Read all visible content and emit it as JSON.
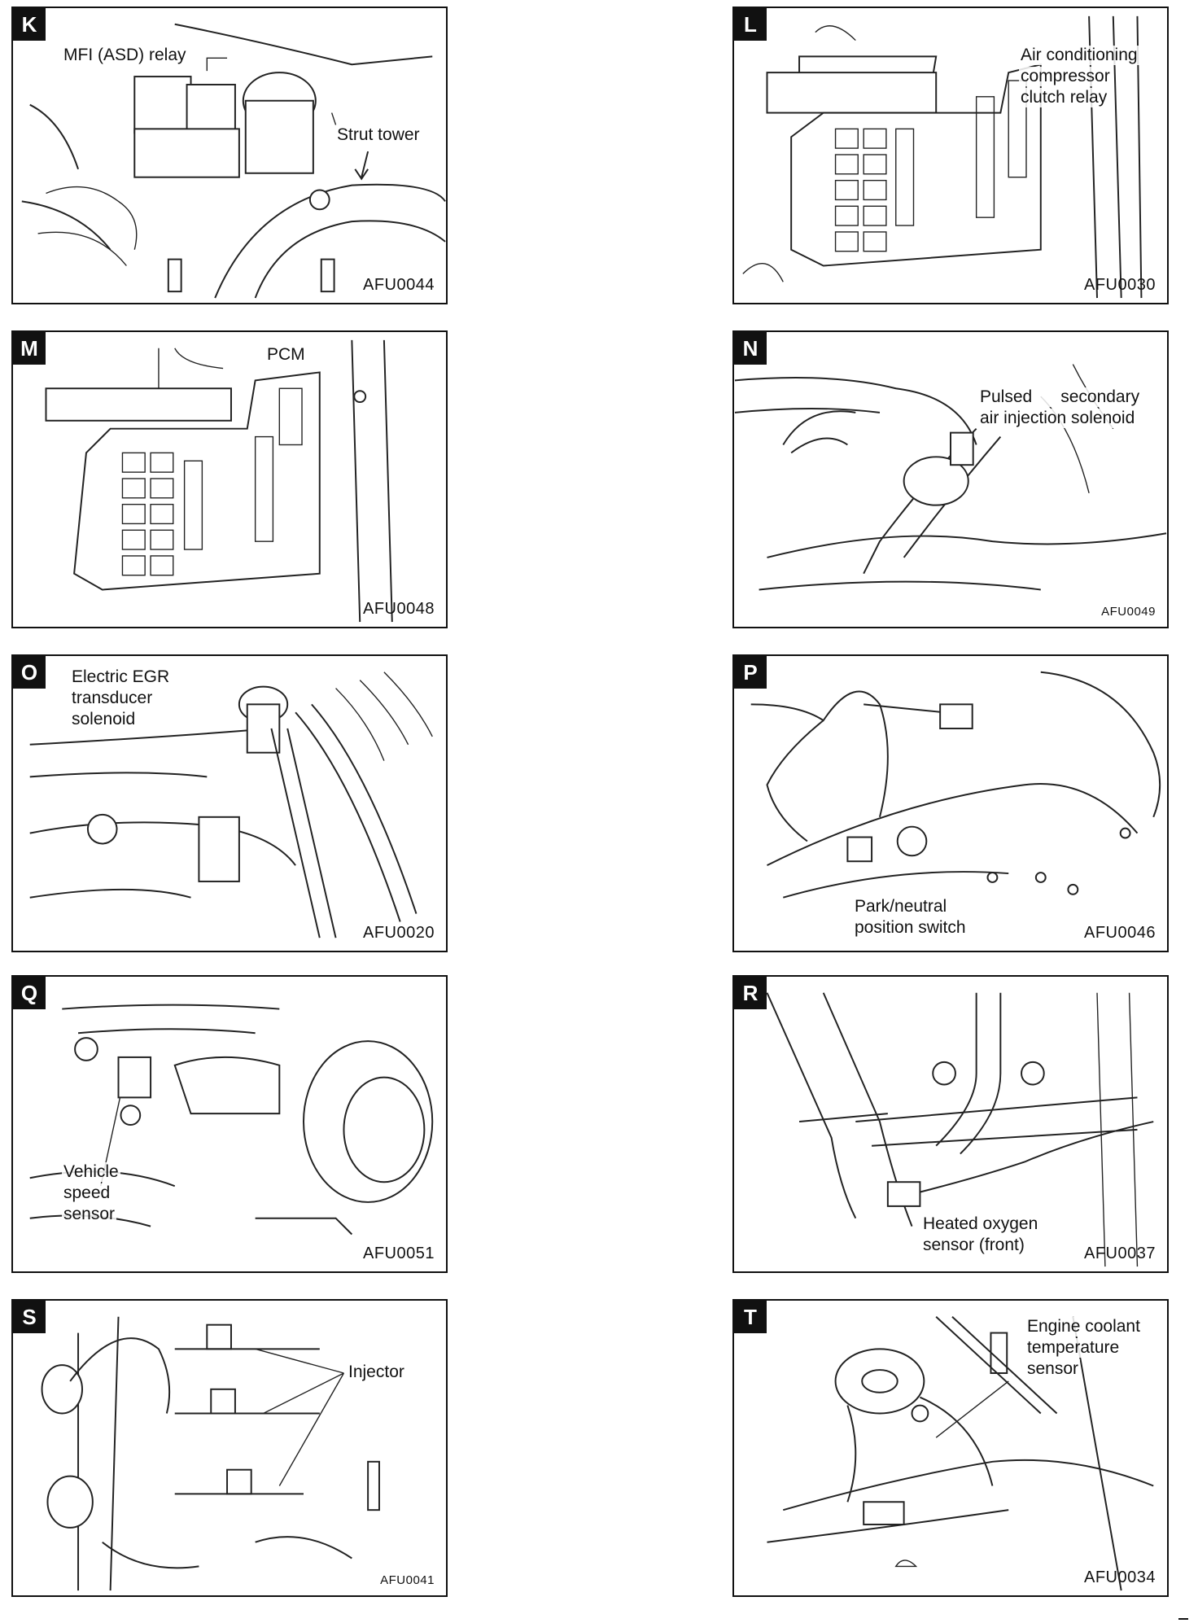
{
  "panels": {
    "K": {
      "letter": "K",
      "labels": [
        "MFI (ASD) relay",
        "Strut tower"
      ],
      "code": "AFU0044"
    },
    "L": {
      "letter": "L",
      "labels": [
        "Air conditioning",
        "compressor",
        "clutch relay"
      ],
      "code": "AFU0030"
    },
    "M": {
      "letter": "M",
      "labels": [
        "PCM"
      ],
      "code": "AFU0048"
    },
    "N": {
      "letter": "N",
      "labels": [
        "Pulsed      secondary",
        "air injection solenoid"
      ],
      "code": "AFU0049"
    },
    "O": {
      "letter": "O",
      "labels": [
        "Electric EGR",
        "transducer",
        "solenoid"
      ],
      "code": "AFU0020"
    },
    "P": {
      "letter": "P",
      "labels": [
        "Park/neutral",
        "position switch"
      ],
      "code": "AFU0046"
    },
    "Q": {
      "letter": "Q",
      "labels": [
        "Vehicle",
        "speed",
        "sensor"
      ],
      "code": "AFU0051"
    },
    "R": {
      "letter": "R",
      "labels": [
        "Heated oxygen",
        "sensor (front)"
      ],
      "code": "AFU0037"
    },
    "S": {
      "letter": "S",
      "labels": [
        "Injector"
      ],
      "code": "AFU0041"
    },
    "T": {
      "letter": "T",
      "labels": [
        "Engine coolant",
        "temperature",
        "sensor"
      ],
      "code": "AFU0034"
    }
  }
}
